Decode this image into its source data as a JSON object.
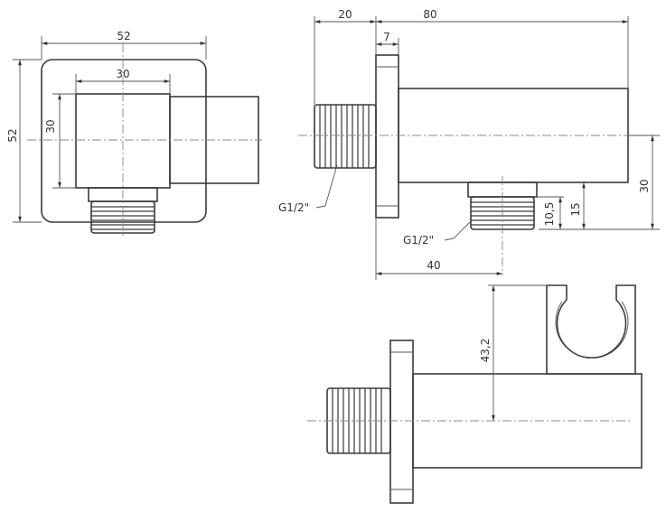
{
  "drawing": {
    "type": "technical-drawing",
    "subject": "wall outlet elbow with shower handset holder",
    "views": {
      "front": {
        "dims": {
          "outer_width": "52",
          "outer_height": "52",
          "body_width": "30",
          "body_height": "30"
        }
      },
      "side": {
        "dims": {
          "thread_length": "20",
          "body_length": "80",
          "flange_thickness": "7",
          "body_height": "30",
          "outlet_offset": "15",
          "outlet_thread": "10,5",
          "outlet_position": "40"
        },
        "labels": {
          "inlet_thread": "G1/2\"",
          "outlet_thread": "G1/2\""
        }
      },
      "holder": {
        "dims": {
          "holder_height": "43,2"
        }
      }
    }
  }
}
